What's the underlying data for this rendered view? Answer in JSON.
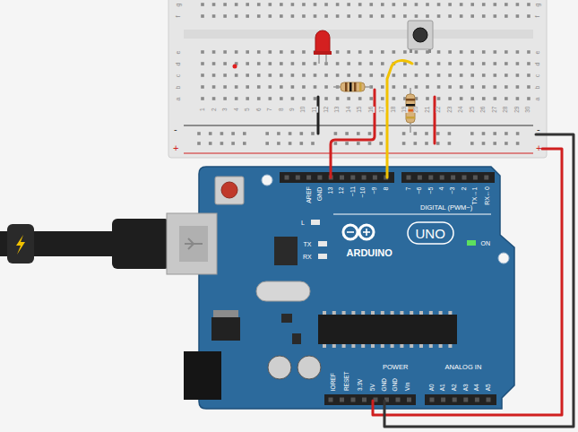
{
  "diagram": {
    "labels": [
      "g",
      "f",
      "e",
      "d",
      "c",
      "b",
      "a",
      "g",
      "f",
      "e",
      "d",
      "c",
      "b",
      "a",
      "1",
      "2",
      "3",
      "4",
      "5",
      "6",
      "7",
      "8",
      "9",
      "10",
      "11",
      "12",
      "13",
      "14",
      "15",
      "16",
      "17",
      "18",
      "19",
      "20",
      "21",
      "22",
      "23",
      "24",
      "25",
      "26",
      "27",
      "28",
      "29",
      "30",
      "-",
      "+",
      "-",
      "+",
      "AREF",
      "GND",
      "13",
      "12",
      "~11",
      "~10",
      "~9",
      "8",
      "7",
      "~6",
      "~5",
      "4",
      "~3",
      "2",
      "TX→1",
      "RX←0",
      "DIGITAL (PWM~)",
      "L",
      "TX",
      "RX",
      "ARDUINO",
      "UNO",
      "ON",
      "IOREF",
      "RESET",
      "3.3V",
      "5V",
      "GND",
      "GND",
      "Vin",
      "POWER",
      "ANALOG IN",
      "A0",
      "A1",
      "A2",
      "A3",
      "A4",
      "A5"
    ]
  }
}
